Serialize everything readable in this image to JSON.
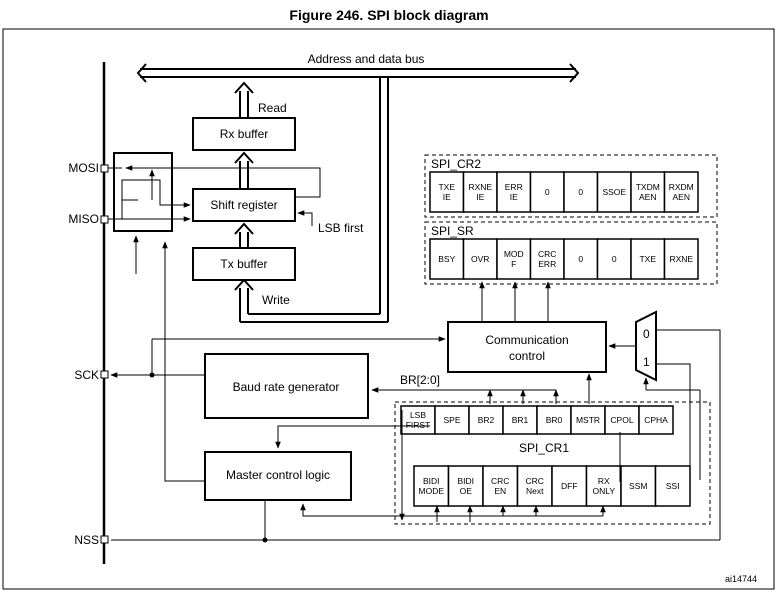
{
  "title": "Figure 246. SPI block diagram",
  "bus_label": "Address and data bus",
  "figure_id": "ai14744",
  "pins": {
    "mosi": "MOSI",
    "miso": "MISO",
    "sck": "SCK",
    "nss": "NSS"
  },
  "blocks": {
    "rx_buffer": "Rx buffer",
    "shift_register": "Shift register",
    "tx_buffer": "Tx buffer",
    "communication_control": [
      "Communication",
      "control"
    ],
    "baud_rate_generator": "Baud rate generator",
    "master_control_logic": "Master control logic"
  },
  "signals": {
    "read": "Read",
    "write": "Write",
    "lsb_first": "LSB first",
    "br": "BR[2:0]",
    "mux_0": "0",
    "mux_1": "1"
  },
  "registers": {
    "spi_cr2": {
      "name": "SPI_CR2",
      "bits": [
        [
          "TXE",
          "IE"
        ],
        [
          "RXNE",
          "IE"
        ],
        [
          "ERR",
          "IE"
        ],
        [
          "0"
        ],
        [
          "0"
        ],
        [
          "SSOE"
        ],
        [
          "TXDM",
          "AEN"
        ],
        [
          "RXDM",
          "AEN"
        ]
      ]
    },
    "spi_sr": {
      "name": "SPI_SR",
      "bits": [
        [
          "BSY"
        ],
        [
          "OVR"
        ],
        [
          "MOD",
          "F"
        ],
        [
          "CRC",
          "ERR"
        ],
        [
          "0"
        ],
        [
          "0"
        ],
        [
          "TXE"
        ],
        [
          "RXNE"
        ]
      ]
    },
    "spi_cr1": {
      "name": "SPI_CR1",
      "bits_row1": [
        [
          "LSB",
          "FIRST"
        ],
        [
          "SPE"
        ],
        [
          "BR2"
        ],
        [
          "BR1"
        ],
        [
          "BR0"
        ],
        [
          "MSTR"
        ],
        [
          "CPOL"
        ],
        [
          "CPHA"
        ]
      ],
      "bits_row2": [
        [
          "BIDI",
          "MODE"
        ],
        [
          "BIDI",
          "OE"
        ],
        [
          "CRC",
          "EN"
        ],
        [
          "CRC",
          "Next"
        ],
        [
          "DFF"
        ],
        [
          "RX",
          "ONLY"
        ],
        [
          "SSM"
        ],
        [
          "SSI"
        ]
      ]
    }
  }
}
